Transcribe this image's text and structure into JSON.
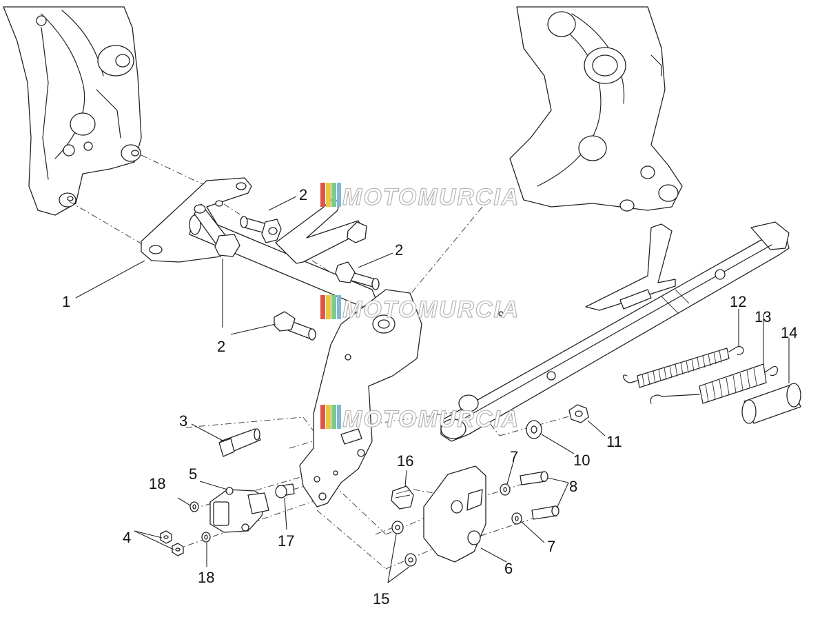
{
  "diagram": {
    "watermark_text": "MOTOMURCIA",
    "callouts": [
      {
        "id": "c1",
        "label": "1"
      },
      {
        "id": "c2a",
        "label": "2"
      },
      {
        "id": "c2b",
        "label": "2"
      },
      {
        "id": "c2c",
        "label": "2"
      },
      {
        "id": "c3",
        "label": "3"
      },
      {
        "id": "c4",
        "label": "4"
      },
      {
        "id": "c5",
        "label": "5"
      },
      {
        "id": "c6",
        "label": "6"
      },
      {
        "id": "c7a",
        "label": "7"
      },
      {
        "id": "c7b",
        "label": "7"
      },
      {
        "id": "c8",
        "label": "8"
      },
      {
        "id": "c10",
        "label": "10"
      },
      {
        "id": "c11",
        "label": "11"
      },
      {
        "id": "c12",
        "label": "12"
      },
      {
        "id": "c13",
        "label": "13"
      },
      {
        "id": "c14",
        "label": "14"
      },
      {
        "id": "c15",
        "label": "15"
      },
      {
        "id": "c16",
        "label": "16"
      },
      {
        "id": "c17",
        "label": "17"
      },
      {
        "id": "c18a",
        "label": "18"
      },
      {
        "id": "c18b",
        "label": "18"
      }
    ]
  },
  "colors": {
    "line": "#222222",
    "background": "#ffffff",
    "watermark_red": "#e05545",
    "watermark_yellow": "#e8c840",
    "watermark_green": "#7fc98a",
    "watermark_blue": "#7fb8d8"
  }
}
